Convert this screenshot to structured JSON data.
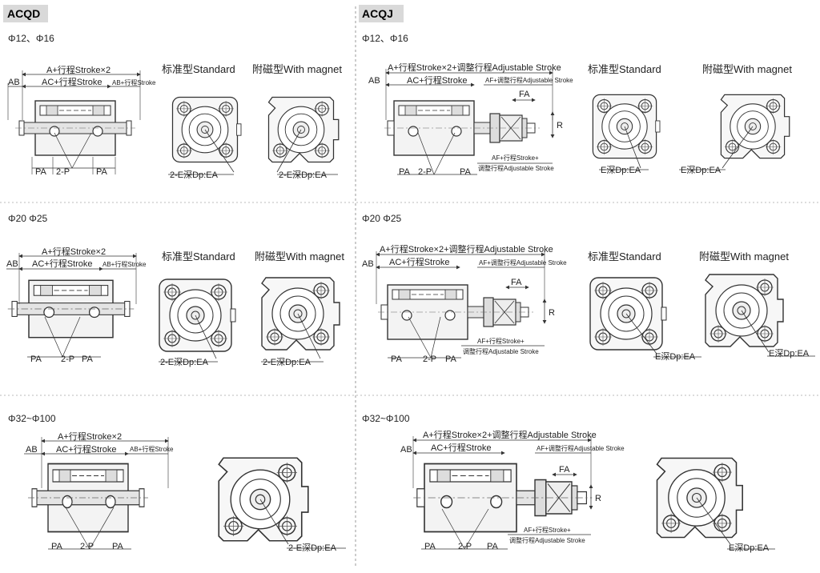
{
  "sections": {
    "left_title": "ACQD",
    "right_title": "ACQJ"
  },
  "sizes": {
    "s1": "Φ12、Φ16",
    "s2": "Φ20  Φ25",
    "s3": "Φ32~Φ100"
  },
  "views": {
    "standard": "标准型Standard",
    "magnet": "附磁型With magnet"
  },
  "dims": {
    "a_total": "A+行程Stroke×2",
    "ac": "AC+行程Stroke",
    "ab_stroke": "AB+行程Stroke",
    "ab": "AB",
    "pa": "PA",
    "two_p": "2-P",
    "a_adj": "A+行程Stroke×2+调整行程Adjustable Stroke",
    "af_adj": "AF+调整行程Adjustable Stroke",
    "fa": "FA",
    "r": "R",
    "af_stroke": "AF+行程Stroke+",
    "adj_stroke": "调整行程Adjustable Stroke",
    "e_dp_ea_2": "2-E深Dp:EA",
    "e_dp_ea": "E深Dp:EA"
  }
}
